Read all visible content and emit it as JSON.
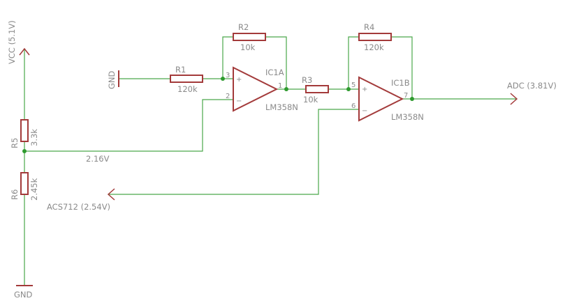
{
  "power": {
    "vcc_label": "VCC (5.1V)",
    "gnd_top_label": "GND",
    "gnd_bottom_label": "GND"
  },
  "resistors": {
    "r1": {
      "name": "R1",
      "value": "120k"
    },
    "r2": {
      "name": "R2",
      "value": "10k"
    },
    "r3": {
      "name": "R3",
      "value": "10k"
    },
    "r4": {
      "name": "R4",
      "value": "120k"
    },
    "r5": {
      "name": "R5",
      "value": "3.3k"
    },
    "r6": {
      "name": "R6",
      "value": "2.45k"
    }
  },
  "opamps": {
    "ic1a": {
      "name": "IC1A",
      "part": "LM358N",
      "pin_plus": "3",
      "pin_minus": "2",
      "pin_out": "1",
      "sign_plus": "+",
      "sign_minus": "−"
    },
    "ic1b": {
      "name": "IC1B",
      "part": "LM358N",
      "pin_plus": "5",
      "pin_minus": "6",
      "pin_out": "7",
      "sign_plus": "+",
      "sign_minus": "−"
    }
  },
  "nets": {
    "divider_voltage": "2.16V",
    "adc_label": "ADC (3.81V)",
    "acs_label": "ACS712 (2.54V)"
  },
  "colors": {
    "wire": "#4aa84a",
    "component": "#a33a3a",
    "junction": "#2e9a2e",
    "text": "#8a8a8a"
  }
}
